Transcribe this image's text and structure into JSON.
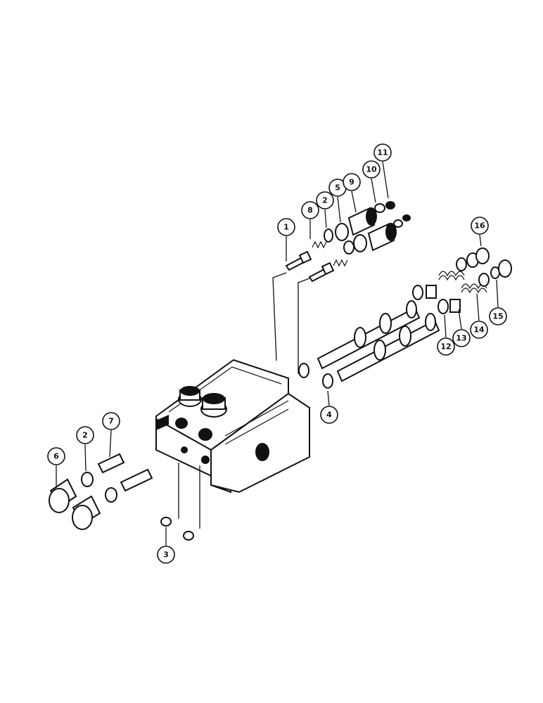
{
  "figure": {
    "callouts": [
      {
        "id": "c1",
        "label": "1"
      },
      {
        "id": "c2a",
        "label": "2"
      },
      {
        "id": "c5",
        "label": "5"
      },
      {
        "id": "c8",
        "label": "8"
      },
      {
        "id": "c9",
        "label": "9"
      },
      {
        "id": "c10",
        "label": "10"
      },
      {
        "id": "c11",
        "label": "11"
      },
      {
        "id": "c16",
        "label": "16"
      },
      {
        "id": "c12",
        "label": "12"
      },
      {
        "id": "c13",
        "label": "13"
      },
      {
        "id": "c14",
        "label": "14"
      },
      {
        "id": "c15",
        "label": "15"
      },
      {
        "id": "c4",
        "label": "4"
      },
      {
        "id": "c6",
        "label": "6"
      },
      {
        "id": "c2b",
        "label": "2"
      },
      {
        "id": "c7",
        "label": "7"
      },
      {
        "id": "c3",
        "label": "3"
      }
    ]
  }
}
